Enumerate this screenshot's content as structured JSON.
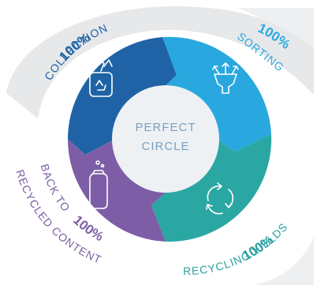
{
  "center": {
    "line1": "PERFECT",
    "line2": "CIRCLE"
  },
  "segments": [
    {
      "key": "collection",
      "percent": "100%",
      "label": "COLLECTION",
      "color": "#1f63a6",
      "icon": "recycling-bin-icon"
    },
    {
      "key": "sorting",
      "percent": "100%",
      "label": "SORTING",
      "color": "#29a8df",
      "icon": "sorting-arrows-icon"
    },
    {
      "key": "recycling",
      "percent": "100%",
      "label": "RECYCLING YIELDS",
      "color": "#2aa7a3",
      "icon": "recycle-arrows-icon"
    },
    {
      "key": "content",
      "percent": "100%",
      "label_line1": "BACK TO",
      "label_line2": "RECYCLED CONTENT",
      "color": "#7d5ea6",
      "icon": "can-icon"
    }
  ],
  "colors": {
    "swoosh": "#e6e8ea",
    "text_dark": "#3b5163",
    "collection_text": "#1f63a6",
    "sorting_text": "#29a8df",
    "recycling_text": "#2a9fa0",
    "content_text": "#7d5ea6",
    "center_text": "#7aa0bf"
  }
}
